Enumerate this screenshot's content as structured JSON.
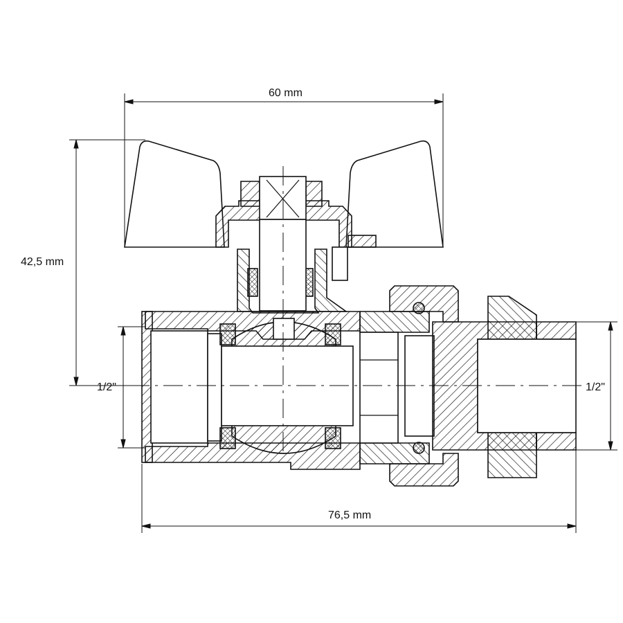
{
  "dimensions": {
    "handle_width": "60 mm",
    "height": "42,5 mm",
    "left_thread": "1/2\"",
    "right_thread": "1/2\"",
    "total_length": "76,5 mm"
  },
  "colors": {
    "line": "#111111",
    "background": "#ffffff"
  }
}
